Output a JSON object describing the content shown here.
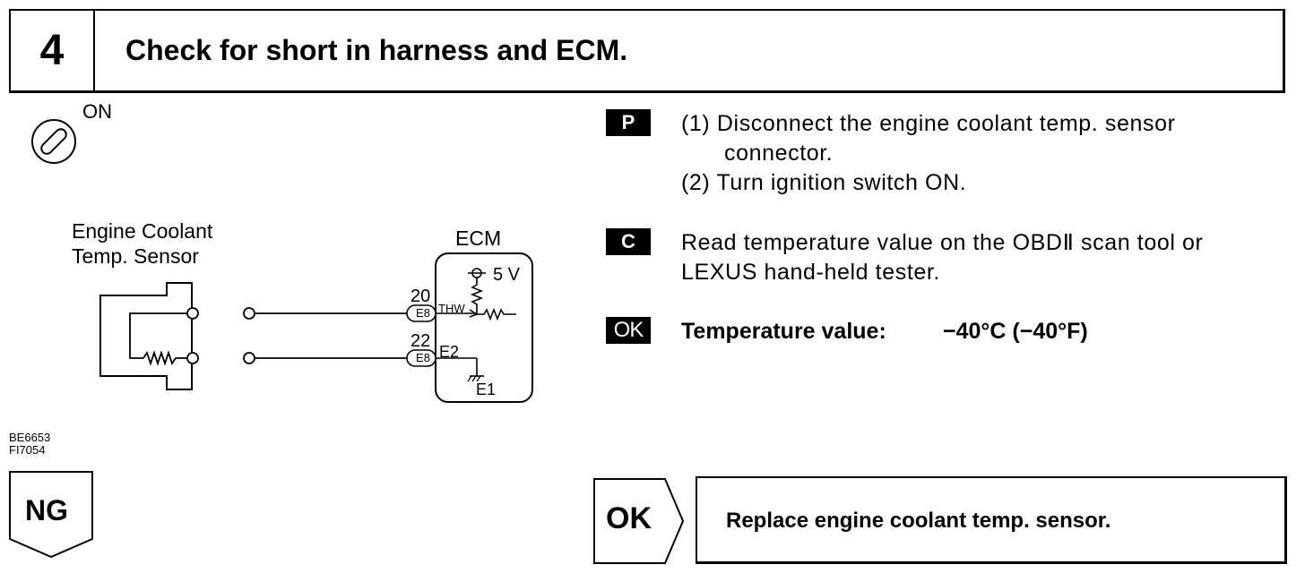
{
  "header": {
    "step_number": "4",
    "title": "Check for short in harness and ECM."
  },
  "ignition": {
    "label": "ON"
  },
  "diagram": {
    "sensor_label_line1": "Engine Coolant",
    "sensor_label_line2": "Temp. Sensor",
    "ecm_label": "ECM",
    "voltage_label": "5 V",
    "pin1_number": "20",
    "pin1_connector": "E8",
    "pin1_signal": "THW",
    "pin2_number": "22",
    "pin2_connector": "E8",
    "pin2_signal": "E2",
    "ground_label": "E1"
  },
  "figure_codes": {
    "line1": "BE6653",
    "line2": "FI7054"
  },
  "instructions": {
    "prep_badge": "P",
    "prep_step1_line1": "(1) Disconnect the engine coolant temp. sensor",
    "prep_step1_line2": "connector.",
    "prep_step2": "(2) Turn ignition switch ON.",
    "check_badge": "C",
    "check_line1": "Read temperature value on the OBDⅡ scan tool or",
    "check_line2": "LEXUS hand-held tester.",
    "ok_badge": "OK",
    "ok_label": "Temperature value:",
    "ok_value": "−40°C (−40°F)"
  },
  "results": {
    "ng_label": "NG",
    "ok_label": "OK",
    "ok_action": "Replace engine coolant temp. sensor."
  }
}
